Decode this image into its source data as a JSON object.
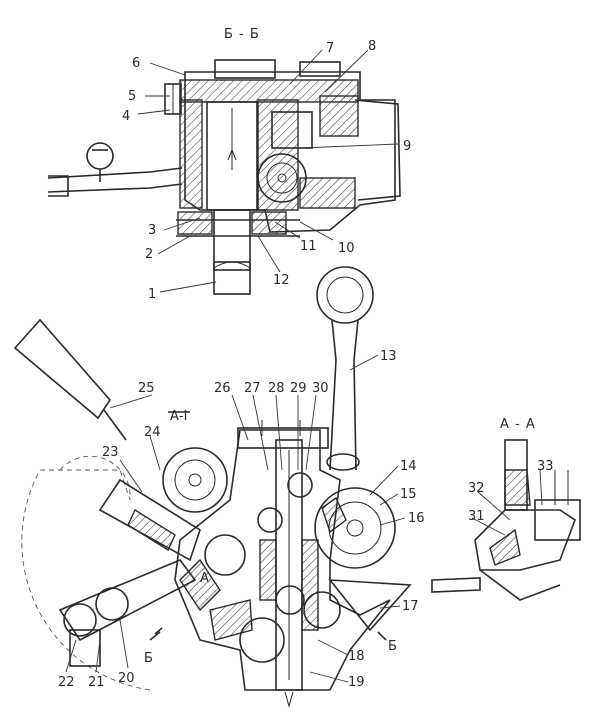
{
  "titles": {
    "section_bb": "Б - Б",
    "section_aa": "А - А",
    "cut_a": "А-I",
    "cut_a_small": "А",
    "cut_b_left": "Б",
    "cut_b_right": "Б"
  },
  "labels": {
    "n1": "1",
    "n2": "2",
    "n3": "3",
    "n4": "4",
    "n5": "5",
    "n6": "6",
    "n7": "7",
    "n8": "8",
    "n9": "9",
    "n10": "10",
    "n11": "11",
    "n12": "12",
    "n13": "13",
    "n14": "14",
    "n15": "15",
    "n16": "16",
    "n17": "17",
    "n18": "18",
    "n19": "19",
    "n20": "20",
    "n21": "21",
    "n22": "22",
    "n23": "23",
    "n24": "24",
    "n25": "25",
    "n26": "26",
    "n27": "27",
    "n28": "28",
    "n29": "29",
    "n30": "30",
    "n31": "31",
    "n32": "32",
    "n33": "33"
  }
}
